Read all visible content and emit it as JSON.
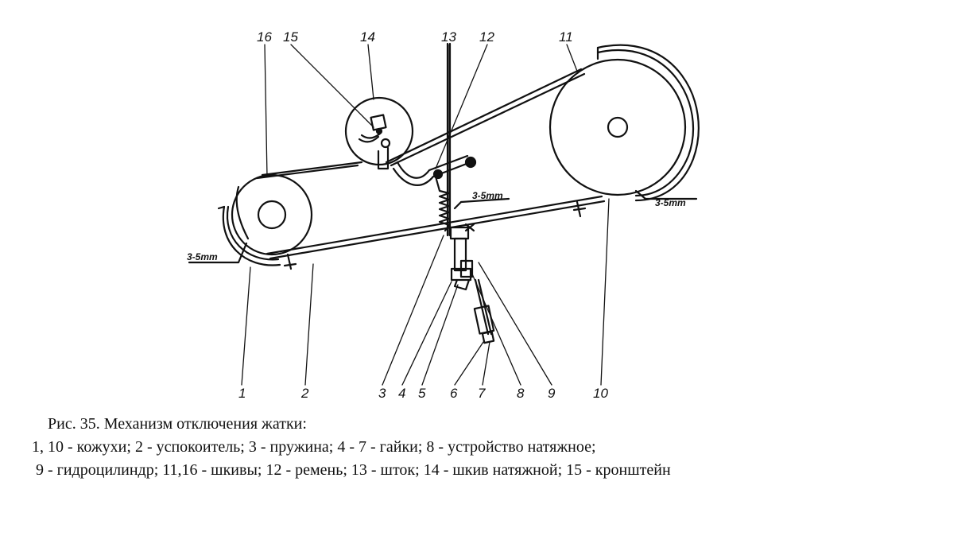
{
  "figure": {
    "part_labels": [
      "1",
      "2",
      "3",
      "4",
      "5",
      "6",
      "7",
      "8",
      "9",
      "10",
      "11",
      "12",
      "13",
      "14",
      "15",
      "16"
    ],
    "gap_labels": [
      "3-5mm",
      "3-5mm",
      "3-5mm"
    ]
  },
  "caption": {
    "title": "Рис. 35. Механизм отключения жатки:",
    "line1": "1, 10 - кожухи; 2 - успокоитель; 3 - пружина; 4 - 7 - гайки; 8 - устройство натяжное;",
    "line2": "9 - гидроцилиндр; 11,16 - шкивы; 12 - ремень; 13 - шток; 14 - шкив натяжной; 15 - кронштейн"
  }
}
